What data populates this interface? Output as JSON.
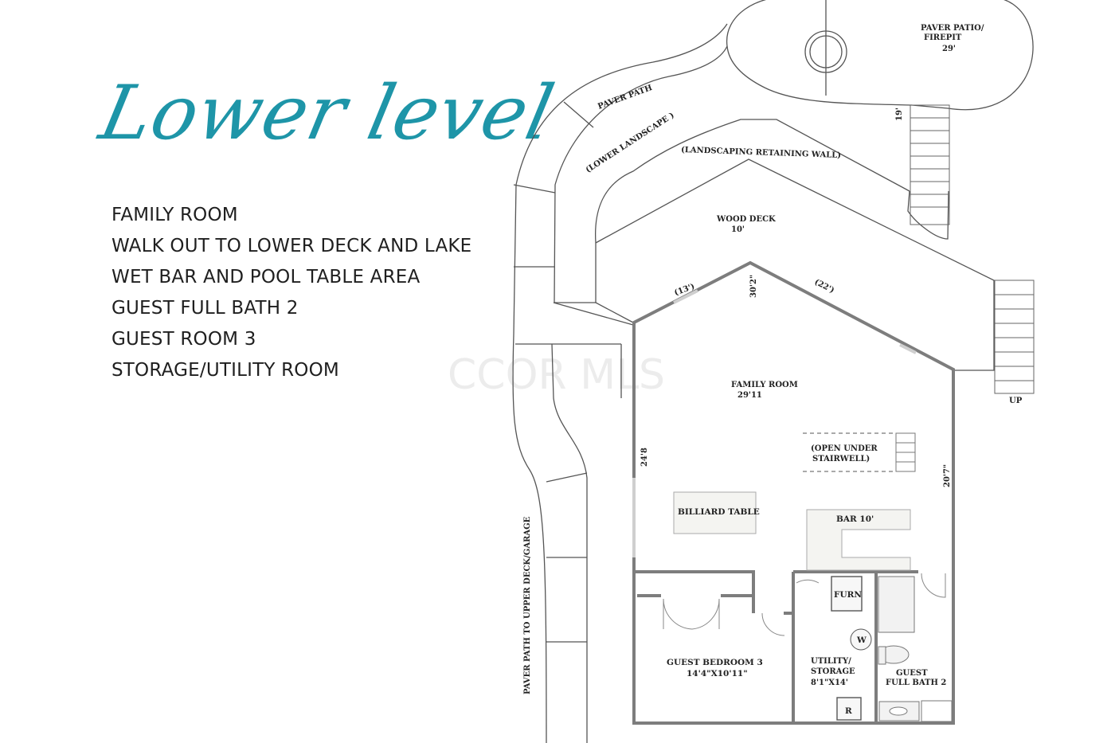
{
  "header": {
    "title": "Lower level"
  },
  "features": [
    "FAMILY ROOM",
    "WALK OUT TO LOWER DECK AND LAKE",
    "WET BAR AND POOL TABLE AREA",
    "GUEST FULL BATH 2",
    "GUEST ROOM 3",
    "STORAGE/UTILITY ROOM"
  ],
  "watermark": "CCOR MLS",
  "colors": {
    "title": "#1e95a8",
    "wall": "#7d7d7d",
    "line": "#555555",
    "text": "#1f1f1f"
  },
  "plan": {
    "patio_l1": "PAVER PATIO/",
    "patio_l2": "FIREPIT",
    "patio_dim": "29'",
    "stair_dim": "19'",
    "paver_path": "PAVER PATH",
    "lower_landscape": "(LOWER LANDSCAPE )",
    "retaining_wall": "(LANDSCAPING RETAINING WALL)",
    "deck_name": "WOOD DECK",
    "deck_dim": "10'",
    "dim_13": "(13')",
    "dim_302": "30'2\"",
    "dim_22": "(22')",
    "up": "UP",
    "family_name": "FAMILY ROOM",
    "family_dim": "29'11",
    "dim_248": "24'8",
    "dim_207": "20'7\"",
    "open_l1": "(OPEN UNDER",
    "open_l2": "STAIRWELL)",
    "billiard": "BILLIARD TABLE",
    "bar": "BAR 10'",
    "furn": "FURN",
    "w": "W",
    "r": "R",
    "bed_name": "GUEST BEDROOM 3",
    "bed_dim": "14'4\"X10'11\"",
    "util_l1": "UTILITY/",
    "util_l2": "STORAGE",
    "util_dim": "8'1\"X14'",
    "bath_l1": "GUEST",
    "bath_l2": "FULL BATH 2",
    "path_label": "PAVER PATH TO UPPER DECK/GARAGE"
  }
}
